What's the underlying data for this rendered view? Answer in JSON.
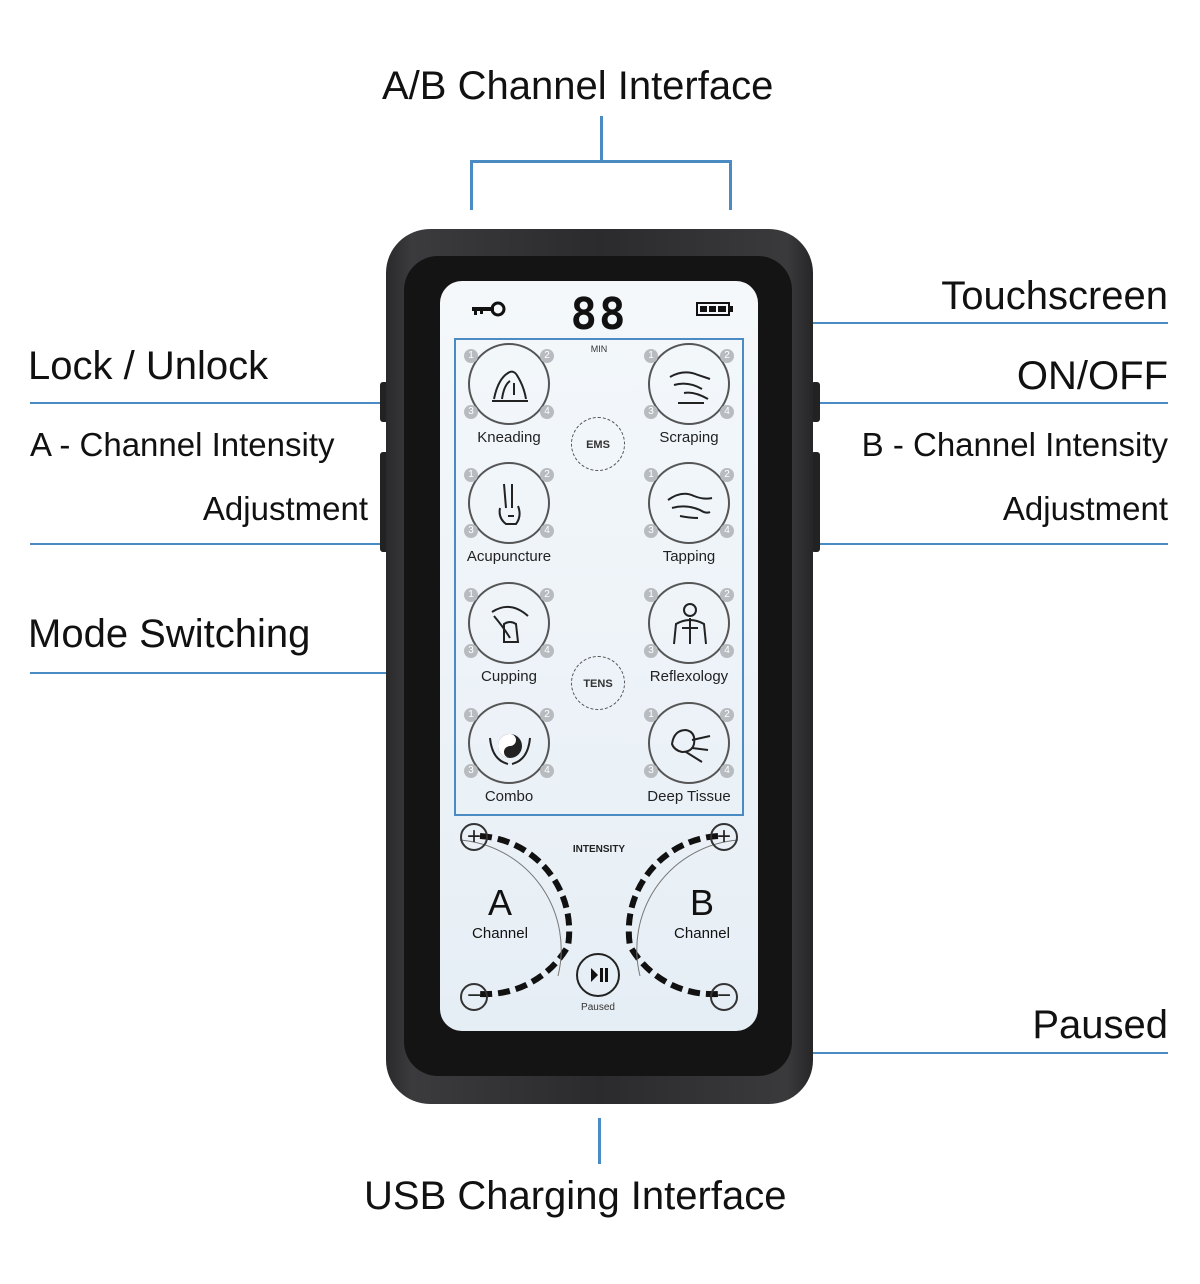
{
  "labels": {
    "ab_channel_interface": "A/B Channel Interface",
    "touchscreen": "Touchscreen",
    "lock_unlock": "Lock / Unlock",
    "on_off": "ON/OFF",
    "a_intensity_1": "A - Channel Intensity",
    "a_intensity_2": "Adjustment",
    "b_intensity_1": "B - Channel Intensity",
    "b_intensity_2": "Adjustment",
    "mode_switching": "Mode Switching",
    "paused": "Paused",
    "usb_charging": "USB Charging Interface"
  },
  "screen": {
    "timer_digits": "88",
    "timer_unit": "MIN",
    "ems": "EMS",
    "tens": "TENS",
    "intensity": "INTENSITY",
    "channel_a_letter": "A",
    "channel_a_label": "Channel",
    "channel_b_letter": "B",
    "channel_b_label": "Channel",
    "paused_text": "Paused",
    "modes": [
      {
        "name": "Kneading",
        "icon": "kneading-hand-icon"
      },
      {
        "name": "Scraping",
        "icon": "scraping-hand-icon"
      },
      {
        "name": "Acupuncture",
        "icon": "acupuncture-hand-icon"
      },
      {
        "name": "Tapping",
        "icon": "tapping-hand-icon"
      },
      {
        "name": "Cupping",
        "icon": "cupping-hand-icon"
      },
      {
        "name": "Reflexology",
        "icon": "reflexology-body-icon"
      },
      {
        "name": "Combo",
        "icon": "yin-yang-hands-icon"
      },
      {
        "name": "Deep Tissue",
        "icon": "deep-tissue-hand-icon"
      }
    ],
    "mode_numbers": [
      "1",
      "2",
      "3",
      "4"
    ]
  },
  "colors": {
    "accent_line": "#4a8bc4",
    "device_body": "#2b2b2d",
    "screen_bg": "#eef3f8"
  }
}
